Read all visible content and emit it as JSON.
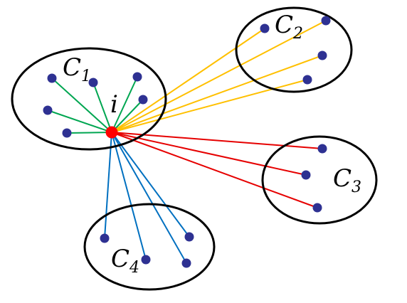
{
  "center": {
    "label": "i",
    "color": "#ff0000"
  },
  "node_color": "#2e3192",
  "clusters": [
    {
      "id": "c1",
      "letter": "C",
      "sub": "1",
      "edge_color": "#00a651"
    },
    {
      "id": "c2",
      "letter": "C",
      "sub": "2",
      "edge_color": "#ffc000"
    },
    {
      "id": "c3",
      "letter": "C",
      "sub": "3",
      "edge_color": "#e60000"
    },
    {
      "id": "c4",
      "letter": "C",
      "sub": "4",
      "edge_color": "#0070c0"
    }
  ]
}
